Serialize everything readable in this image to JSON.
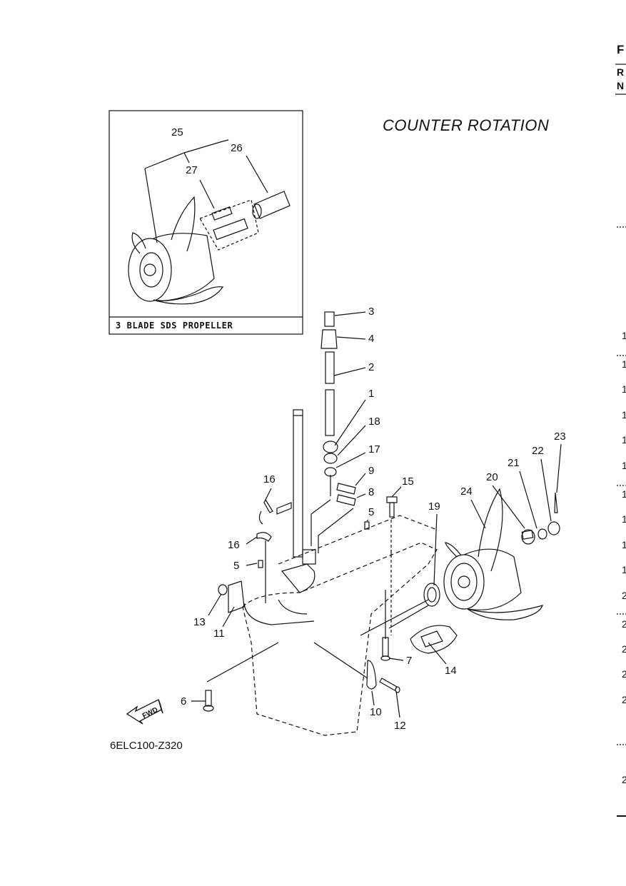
{
  "diagram": {
    "title": "COUNTER ROTATION",
    "inset_caption": "3 BLADE SDS PROPELLER",
    "drawing_code": "6ELC100-Z320",
    "fwd_marker": "FWD",
    "callouts": {
      "c1": "1",
      "c2": "2",
      "c3": "3",
      "c4": "4",
      "c5a": "5",
      "c5b": "5",
      "c6": "6",
      "c7": "7",
      "c8": "8",
      "c9": "9",
      "c10": "10",
      "c11": "11",
      "c12": "12",
      "c13": "13",
      "c14": "14",
      "c15": "15",
      "c16a": "16",
      "c16b": "16",
      "c17": "17",
      "c18": "18",
      "c19": "19",
      "c20": "20",
      "c21": "21",
      "c22": "22",
      "c23": "23",
      "c24": "24",
      "c25": "25",
      "c26": "26",
      "c27": "27"
    },
    "right_edge_fragments": {
      "h1": "F",
      "h2": "R",
      "h3": "N",
      "r1": "1",
      "r2": "1",
      "r3": "1",
      "r4": "1",
      "r5": "1",
      "r6": "1",
      "r7": "1",
      "r8": "1",
      "r9": "1",
      "r10": "1",
      "r11": "2",
      "r12": "2",
      "r13": "2",
      "r14": "2",
      "r15": "2",
      "r16": "2"
    }
  }
}
